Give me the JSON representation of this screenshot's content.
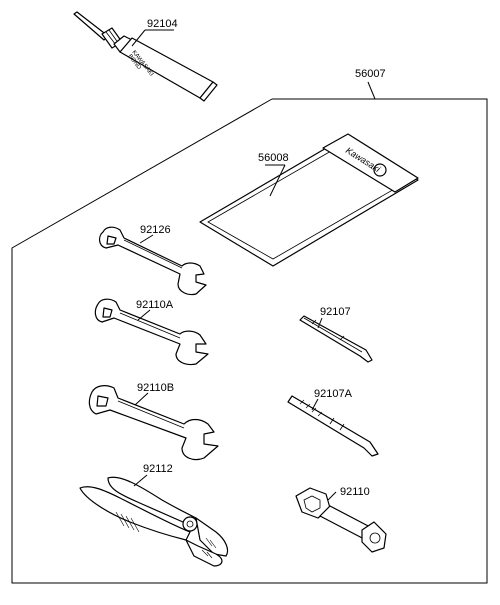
{
  "parts": {
    "bond_tube": "92104",
    "tool_kit": "56007",
    "case": "56008",
    "wrench_a": "92126",
    "wrench_b": "92110A",
    "wrench_c": "92110B",
    "pliers": "92112",
    "screwdriver_a": "92107",
    "screwdriver_b": "92107A",
    "plug_wrench": "92110"
  },
  "markings": {
    "case_brand": "Kawasaki",
    "tube_line1": "KAWASAKI",
    "tube_line2": "BOND"
  }
}
